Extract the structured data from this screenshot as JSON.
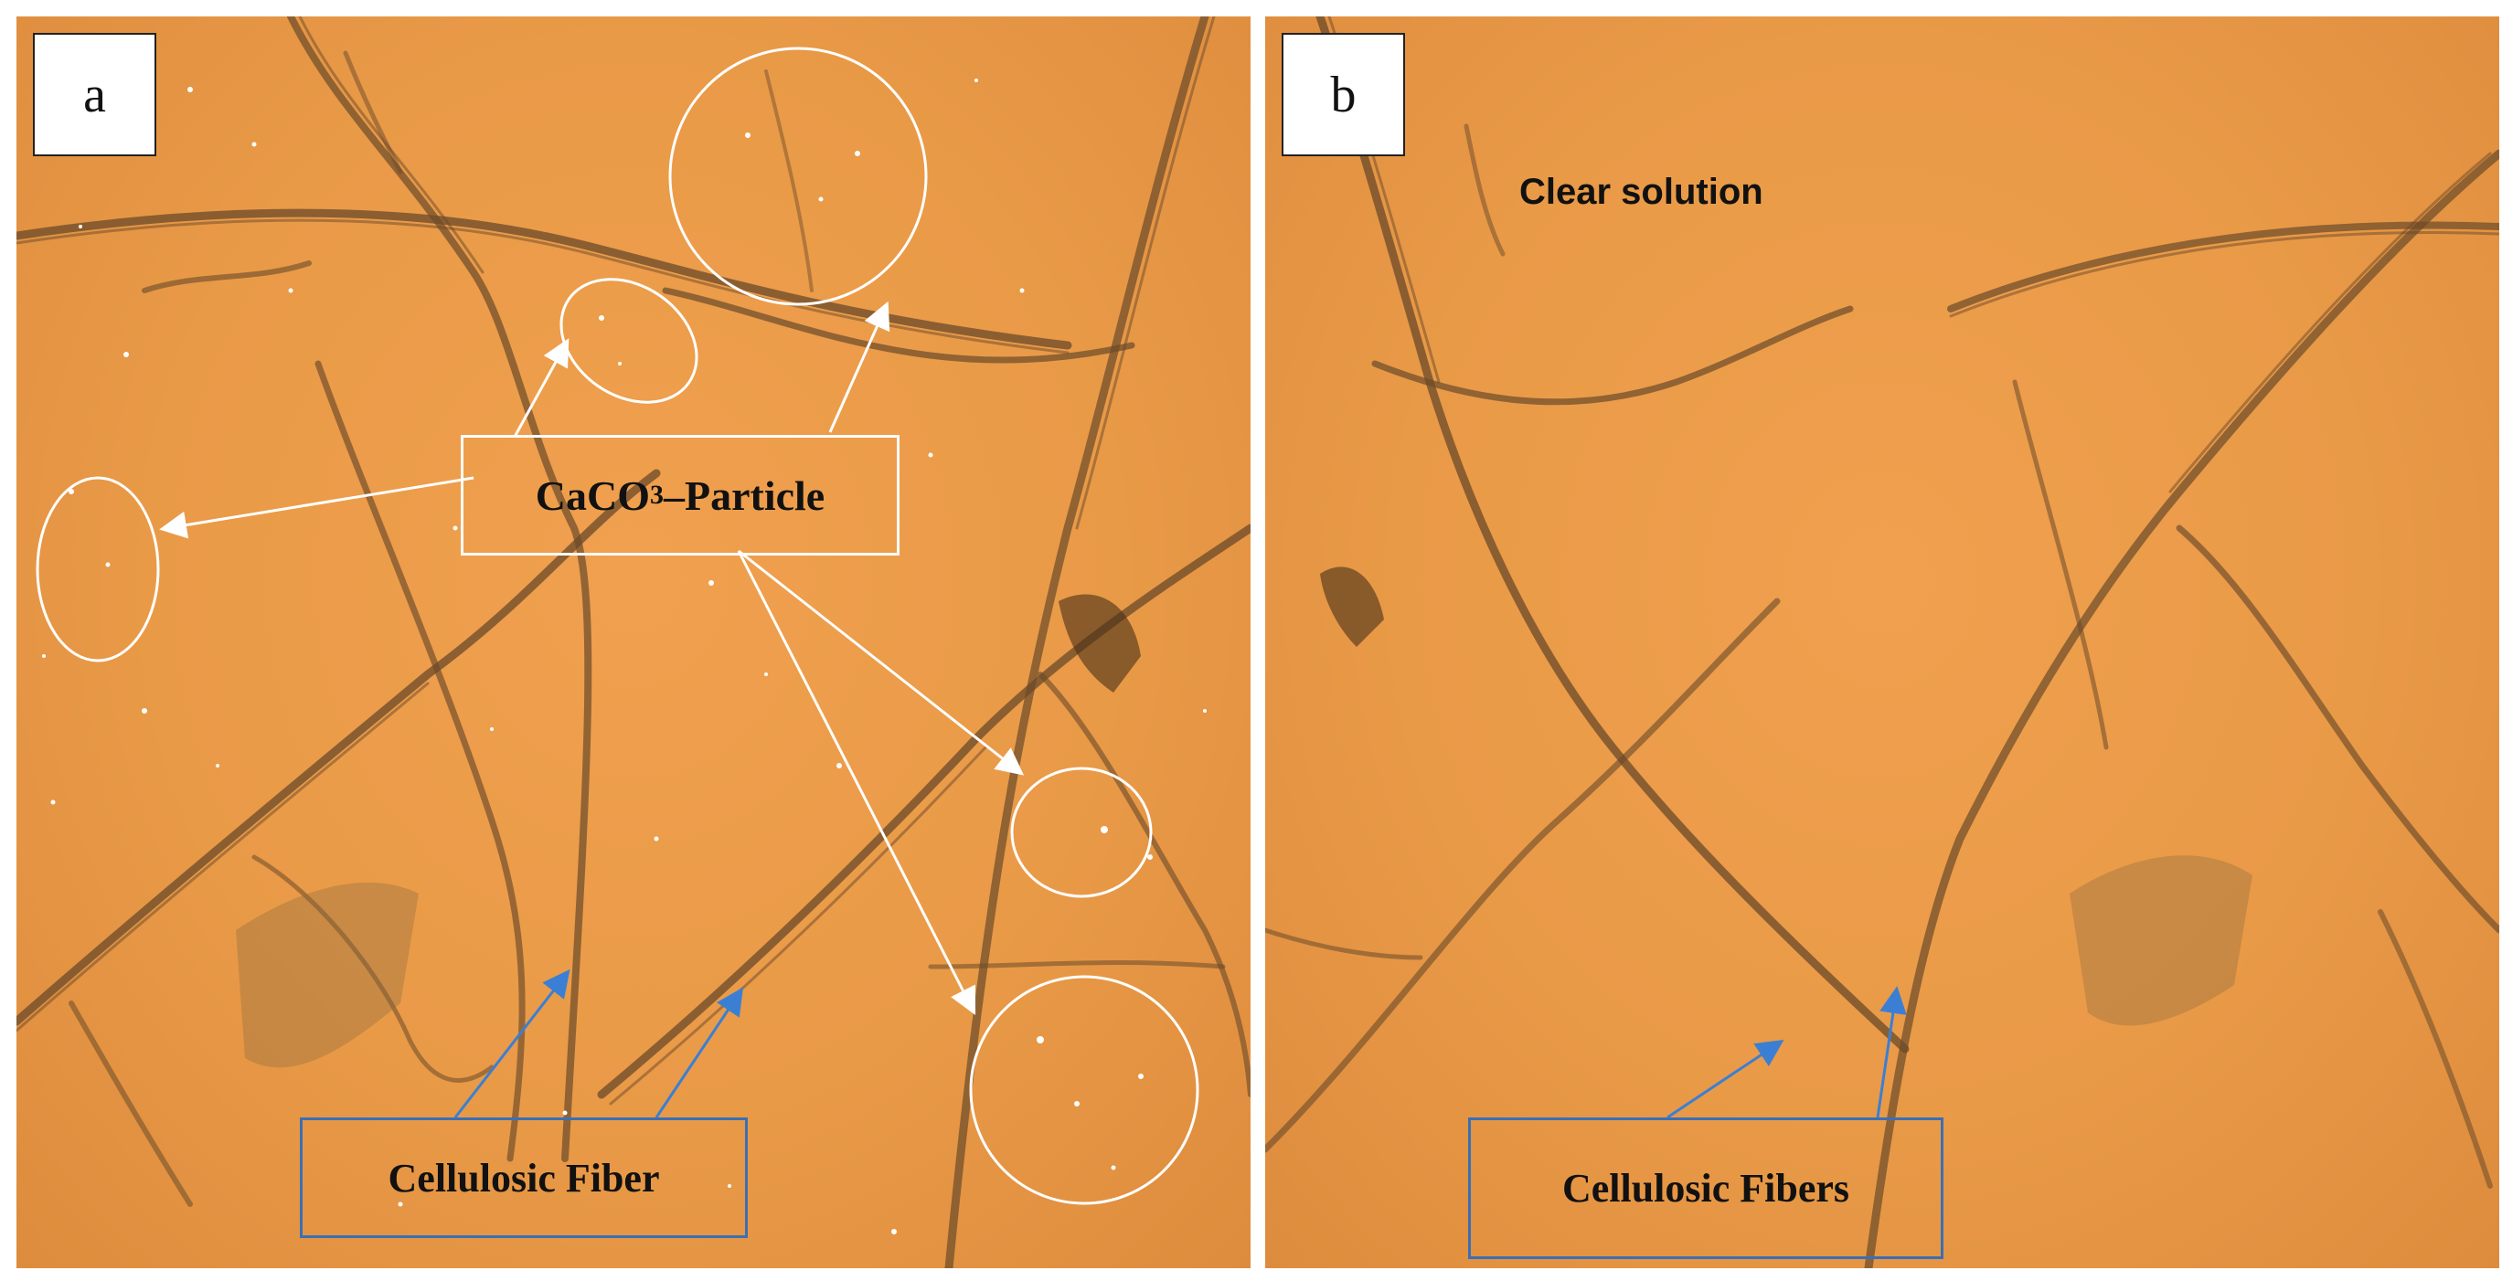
{
  "panels": [
    {
      "label": "a",
      "callouts": {
        "caco3_main": "CaCO",
        "caco3_sub": "3",
        "caco3_rest": "–Particle",
        "fiber": "Cellulosic Fiber"
      }
    },
    {
      "label": "b",
      "annotation": "Clear solution",
      "callouts": {
        "fibers": "Cellulosic Fibers"
      }
    }
  ],
  "colors": {
    "background": "#e99a47",
    "fiber": "#6b4a2a",
    "particle_marker": "#ffffff",
    "fiber_arrow": "#3b7fd4"
  }
}
